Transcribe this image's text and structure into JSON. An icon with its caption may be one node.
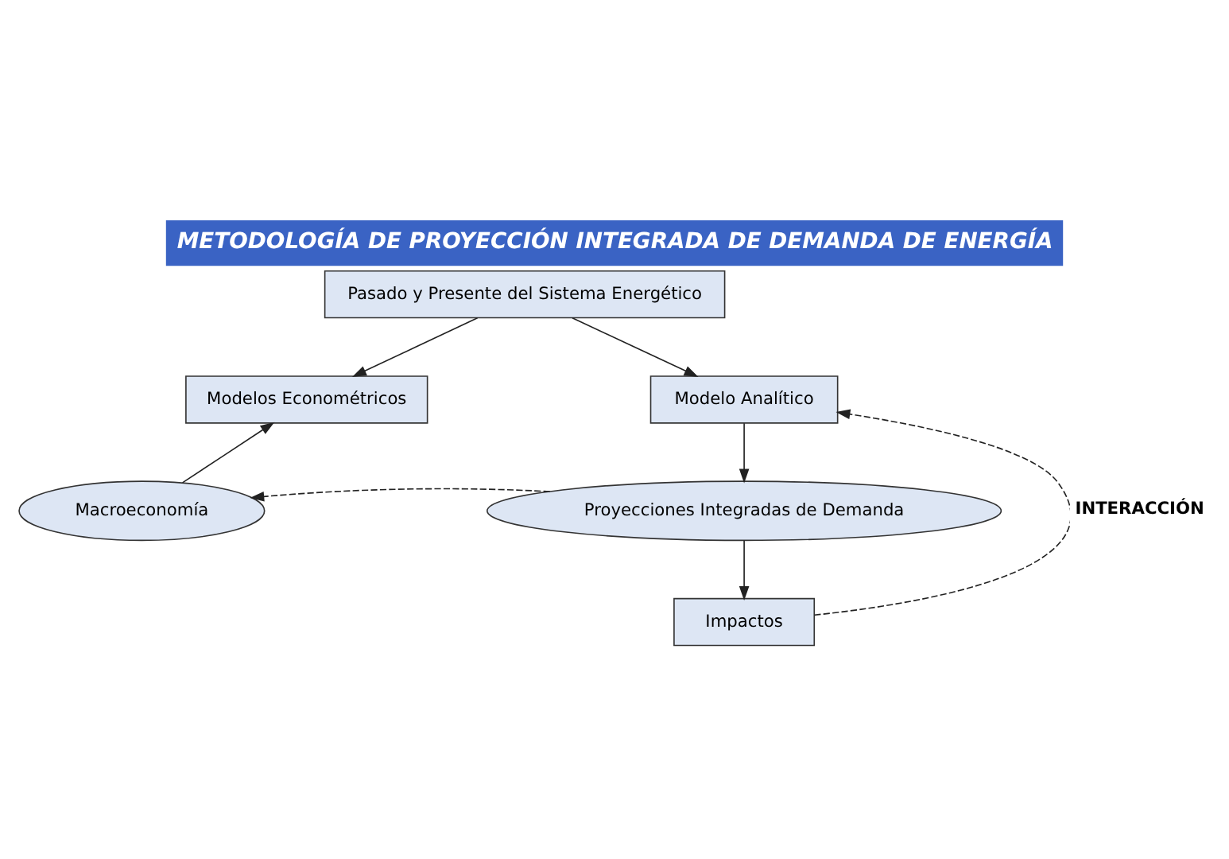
{
  "diagram": {
    "title": "METODOLOGÍA DE PROYECCIÓN INTEGRADA DE DEMANDA DE ENERGÍA",
    "nodes": [
      {
        "text": [
          "Pasado y Presente del Sistema Energético"
        ]
      },
      {
        "text": [
          "Modelos Econométricos"
        ]
      },
      {
        "text": [
          "Modelo Analítico"
        ]
      },
      {
        "text": [
          "Macroeconomía"
        ]
      },
      {
        "text": [
          "Proyecciones Integradas de Demanda"
        ]
      },
      {
        "text": [
          "Impactos"
        ]
      }
    ],
    "edges": [
      {
        "from": 0,
        "to": 1,
        "arrow": "to"
      },
      {
        "from": 0,
        "to": 2,
        "arrow": "to"
      },
      {
        "from": 3,
        "to": 1,
        "arrow": "to"
      },
      {
        "from": 2,
        "to": 4,
        "arrow": "to"
      },
      {
        "from": 4,
        "to": 3,
        "arrow": "to",
        "style": "dashed"
      },
      {
        "from": 4,
        "to": 5,
        "arrow": "to"
      },
      {
        "from": 5,
        "to": 2,
        "arrow": "to",
        "style": "dashed",
        "label": "INTERACCIÓN"
      }
    ]
  }
}
